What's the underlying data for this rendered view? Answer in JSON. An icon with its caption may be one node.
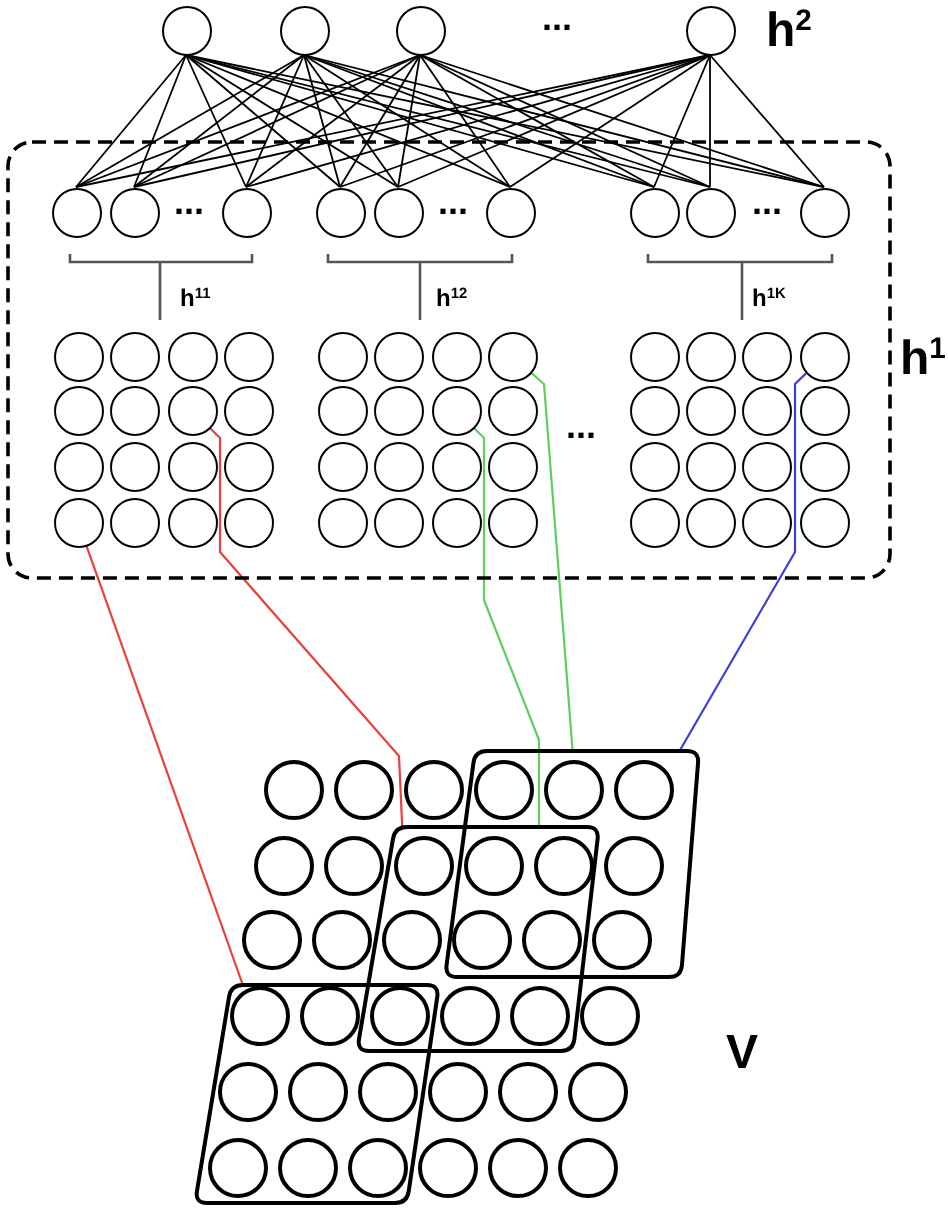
{
  "diagram": {
    "nodes": [
      {
        "text": [],
        "shape": "circle"
      },
      {
        "text": [],
        "shape": "circle"
      },
      {
        "text": [],
        "shape": "circle"
      },
      {
        "text": [],
        "shape": "circle"
      },
      {
        "text": [],
        "shape": "box",
        "beside": [
          "h$^{1}$"
        ]
      },
      {
        "text": [],
        "shape": "circle",
        "in": 4
      },
      {
        "text": [],
        "shape": "circle",
        "in": 4
      },
      {
        "text": [],
        "shape": "circle",
        "in": 4
      },
      {
        "text": [],
        "shape": "circle",
        "in": 4
      },
      {
        "text": [],
        "shape": "circle",
        "in": 4
      },
      {
        "text": [],
        "shape": "circle",
        "in": 4
      },
      {
        "text": [],
        "shape": "circle",
        "in": 4
      },
      {
        "text": [],
        "shape": "circle",
        "in": 4
      },
      {
        "text": [],
        "shape": "circle",
        "in": 4
      },
      {
        "text": [],
        "shape": "circle",
        "in": 4
      },
      {
        "text": [],
        "shape": "circle",
        "in": 4
      },
      {
        "text": [],
        "shape": "circle",
        "in": 4
      },
      {
        "text": [],
        "shape": "circle",
        "in": 4
      },
      {
        "text": [],
        "shape": "circle",
        "in": 4
      },
      {
        "text": [],
        "shape": "circle",
        "in": 4
      },
      {
        "text": [],
        "shape": "circle",
        "in": 4
      },
      {
        "text": [],
        "shape": "circle",
        "in": 4
      },
      {
        "text": [],
        "shape": "circle",
        "in": 4
      },
      {
        "text": [],
        "shape": "circle",
        "in": 4
      },
      {
        "text": [],
        "shape": "circle",
        "in": 4
      },
      {
        "text": [],
        "shape": "circle",
        "in": 4
      },
      {
        "text": [],
        "shape": "circle",
        "in": 4
      },
      {
        "text": [],
        "shape": "circle",
        "in": 4
      },
      {
        "text": [],
        "shape": "circle",
        "in": 4
      },
      {
        "text": [],
        "shape": "circle",
        "in": 4
      },
      {
        "text": [],
        "shape": "circle",
        "in": 4
      },
      {
        "text": [],
        "shape": "circle",
        "in": 4
      },
      {
        "text": [],
        "shape": "circle",
        "in": 4
      },
      {
        "text": [],
        "shape": "circle",
        "in": 4
      },
      {
        "text": [],
        "shape": "circle",
        "in": 4
      },
      {
        "text": [],
        "shape": "circle",
        "in": 4
      },
      {
        "text": [],
        "shape": "circle",
        "in": 4
      },
      {
        "text": [],
        "shape": "circle",
        "in": 4
      },
      {
        "text": [],
        "shape": "circle",
        "in": 4
      },
      {
        "text": [],
        "shape": "circle",
        "in": 4
      },
      {
        "text": [],
        "shape": "circle",
        "in": 4
      },
      {
        "text": [],
        "shape": "circle",
        "in": 4
      },
      {
        "text": [],
        "shape": "circle",
        "in": 4
      },
      {
        "text": [],
        "shape": "circle",
        "in": 4
      },
      {
        "text": [],
        "shape": "circle",
        "in": 4
      },
      {
        "text": [],
        "shape": "circle",
        "in": 4
      },
      {
        "text": [],
        "shape": "circle",
        "in": 4
      },
      {
        "text": [],
        "shape": "circle",
        "in": 4
      },
      {
        "text": [],
        "shape": "circle",
        "in": 4
      },
      {
        "text": [],
        "shape": "circle",
        "in": 4
      },
      {
        "text": [],
        "shape": "circle",
        "in": 4
      },
      {
        "text": [],
        "shape": "circle",
        "in": 4
      },
      {
        "text": [],
        "shape": "circle",
        "in": 4
      },
      {
        "text": [],
        "shape": "circle",
        "in": 4
      },
      {
        "text": [],
        "shape": "circle",
        "in": 4
      },
      {
        "text": [],
        "shape": "circle",
        "in": 4
      },
      {
        "text": [],
        "shape": "circle",
        "in": 4
      },
      {
        "text": [],
        "shape": "circle",
        "in": 4
      },
      {
        "text": [],
        "shape": "circle",
        "in": 4
      },
      {
        "text": [],
        "shape": "circle",
        "in": 4
      },
      {
        "text": [],
        "shape": "circle",
        "in": 4
      },
      {
        "text": [],
        "shape": "circle",
        "in": 4
      },
      {
        "text": [],
        "shape": "parallelogram"
      },
      {
        "text": [],
        "shape": "parallelogram"
      },
      {
        "text": [],
        "shape": "parallelogram"
      },
      {
        "text": [],
        "shape": "circle"
      },
      {
        "text": [],
        "shape": "circle"
      },
      {
        "text": [],
        "shape": "circle"
      },
      {
        "text": [],
        "shape": "circle",
        "in": 62
      },
      {
        "text": [],
        "shape": "circle",
        "in": 62
      },
      {
        "text": [],
        "shape": "circle",
        "in": 62
      },
      {
        "text": [],
        "shape": "circle"
      },
      {
        "text": [],
        "shape": "circle"
      },
      {
        "text": [],
        "shape": "circle",
        "in": 63
      },
      {
        "text": [],
        "shape": "circle"
      },
      {
        "text": [],
        "shape": "circle"
      },
      {
        "text": [],
        "shape": "circle",
        "in": 62
      },
      {
        "text": [],
        "shape": "circle"
      },
      {
        "text": [],
        "shape": "circle"
      },
      {
        "text": [],
        "shape": "circle",
        "in": 63
      },
      {
        "text": [],
        "shape": "circle"
      },
      {
        "text": [],
        "shape": "circle"
      },
      {
        "text": [],
        "shape": "circle",
        "in": 62
      },
      {
        "text": [],
        "shape": "circle",
        "in": 64
      },
      {
        "text": [],
        "shape": "circle",
        "in": 64
      },
      {
        "text": [],
        "shape": "circle"
      },
      {
        "text": [],
        "shape": "circle",
        "in": 63
      },
      {
        "text": [],
        "shape": "circle",
        "in": 63
      },
      {
        "text": [],
        "shape": "circle"
      },
      {
        "text": [],
        "shape": "circle",
        "in": 64
      },
      {
        "text": [],
        "shape": "circle",
        "in": 64
      },
      {
        "text": [],
        "shape": "circle",
        "in": 64
      },
      {
        "text": [],
        "shape": "circle"
      },
      {
        "text": [],
        "shape": "circle"
      },
      {
        "text": [],
        "shape": "circle"
      },
      {
        "text": [],
        "shape": "circle",
        "in": 64
      },
      {
        "text": [],
        "shape": "circle",
        "in": 64
      },
      {
        "text": [],
        "shape": "circle",
        "in": 64
      },
      {
        "text": [],
        "shape": "circle"
      },
      {
        "text": [],
        "shape": "circle"
      },
      {
        "text": [],
        "shape": "circle"
      }
    ],
    "edges": [
      {
        "from": 0,
        "to": 5,
        "arrow": "none"
      },
      {
        "from": 0,
        "to": 6,
        "arrow": "none"
      },
      {
        "from": 0,
        "to": 7,
        "arrow": "none"
      },
      {
        "from": 0,
        "to": 8,
        "arrow": "none"
      },
      {
        "from": 0,
        "to": 9,
        "arrow": "none"
      },
      {
        "from": 0,
        "to": 10,
        "arrow": "none"
      },
      {
        "from": 0,
        "to": 11,
        "arrow": "none"
      },
      {
        "from": 0,
        "to": 12,
        "arrow": "none"
      },
      {
        "from": 0,
        "to": 13,
        "arrow": "none"
      },
      {
        "from": 1,
        "to": 5,
        "arrow": "none"
      },
      {
        "from": 1,
        "to": 6,
        "arrow": "none"
      },
      {
        "from": 1,
        "to": 7,
        "arrow": "none"
      },
      {
        "from": 1,
        "to": 8,
        "arrow": "none"
      },
      {
        "from": 1,
        "to": 9,
        "arrow": "none"
      },
      {
        "from": 1,
        "to": 10,
        "arrow": "none"
      },
      {
        "from": 1,
        "to": 11,
        "arrow": "none"
      },
      {
        "from": 1,
        "to": 12,
        "arrow": "none"
      },
      {
        "from": 1,
        "to": 13,
        "arrow": "none"
      },
      {
        "from": 2,
        "to": 5,
        "arrow": "none"
      },
      {
        "from": 2,
        "to": 6,
        "arrow": "none"
      },
      {
        "from": 2,
        "to": 7,
        "arrow": "none"
      },
      {
        "from": 2,
        "to": 8,
        "arrow": "none"
      },
      {
        "from": 2,
        "to": 9,
        "arrow": "none"
      },
      {
        "from": 2,
        "to": 10,
        "arrow": "none"
      },
      {
        "from": 2,
        "to": 11,
        "arrow": "none"
      },
      {
        "from": 2,
        "to": 12,
        "arrow": "none"
      },
      {
        "from": 2,
        "to": 13,
        "arrow": "none"
      },
      {
        "from": 3,
        "to": 5,
        "arrow": "none"
      },
      {
        "from": 3,
        "to": 6,
        "arrow": "none"
      },
      {
        "from": 3,
        "to": 7,
        "arrow": "none"
      },
      {
        "from": 3,
        "to": 8,
        "arrow": "none"
      },
      {
        "from": 3,
        "to": 9,
        "arrow": "none"
      },
      {
        "from": 3,
        "to": 10,
        "arrow": "none"
      },
      {
        "from": 3,
        "to": 11,
        "arrow": "none"
      },
      {
        "from": 3,
        "to": 12,
        "arrow": "none"
      },
      {
        "from": 3,
        "to": 13,
        "arrow": "none"
      },
      {
        "from": 26,
        "to": 64,
        "arrow": "none",
        "color": "#e8413c"
      },
      {
        "from": 20,
        "to": 63,
        "arrow": "none",
        "color": "#e8413c"
      },
      {
        "from": 36,
        "to": 63,
        "arrow": "none",
        "color": "#5ccf5c"
      },
      {
        "from": 33,
        "to": 62,
        "arrow": "none",
        "color": "#5ccf5c"
      },
      {
        "from": 49,
        "to": 62,
        "arrow": "none",
        "color": "#3d3ddb"
      }
    ],
    "labels": [
      "...",
      "h$^{2}$",
      "...",
      "...",
      "...",
      "h$^{11}$",
      "h$^{12}$",
      "h$^{1K}$",
      "...",
      "V"
    ]
  }
}
